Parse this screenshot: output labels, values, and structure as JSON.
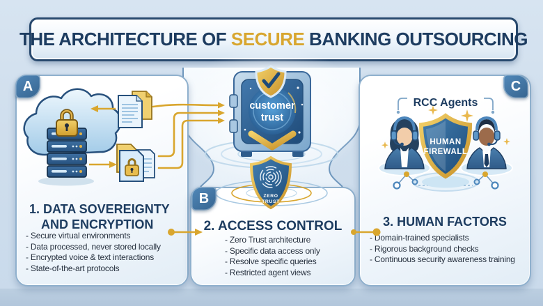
{
  "title": {
    "prefix": "THE ARCHITECTURE OF ",
    "highlight": "SECURE",
    "suffix": " BANKING OUTSOURCING"
  },
  "colors": {
    "background": "#CFDEED",
    "bottom_strip": "#B2C6DB",
    "navy_text": "#1D3C60",
    "gold_accent": "#D8A62F",
    "badge_blue": "#3F74A6",
    "card_border": "#8FB0CD",
    "shield_blue": "#1C4A78"
  },
  "icons": {
    "cloud-server-icon": "cloud with server rack and gold padlock",
    "documents-icon": "paired paper documents",
    "locked-documents-icon": "paired documents with gold padlock",
    "vault-icon": "bank safe with glowing door",
    "checkmark-shield-icon": "gold shield with check",
    "fingerprint-shield-icon": "blue shield with fingerprint",
    "human-firewall-shield-icon": "gold-rimmed blue shield",
    "agent-icon": "call-center agent with headset",
    "sparkle-icon": "four-point gold star",
    "network-nodes-icon": "connected dots graph",
    "arrow-icon": "gold flow arrow"
  },
  "section_a": {
    "badge": "A",
    "heading_line1": "1. DATA SOVEREIGNTY",
    "heading_line2": "AND ENCRYPTION",
    "bullets": [
      "- Secure virtual environments",
      "- Data processed, never stored locally",
      "- Encrypted voice & text interactions",
      "- State-of-the-art protocols"
    ]
  },
  "section_b": {
    "badge": "B",
    "heading": "2. ACCESS CONTROL",
    "bullets": [
      "- Zero Trust architecture",
      "- Specific data access only",
      "- Resolve specific queries",
      "- Restricted agent views"
    ]
  },
  "section_c": {
    "badge": "C",
    "heading": "3. HUMAN FACTORS",
    "agents_label": "RCC Agents",
    "shield_line1": "HUMAN",
    "shield_line2": "FIREWALL",
    "bullets": [
      "- Domain-trained specialists",
      "- Rigorous background checks",
      "- Continuous security awareness training"
    ]
  },
  "vault": {
    "label_line1": "customer",
    "label_line2": "trust"
  },
  "zero_trust": {
    "label_line1": "ZERO",
    "label_line2": "TRUST"
  }
}
